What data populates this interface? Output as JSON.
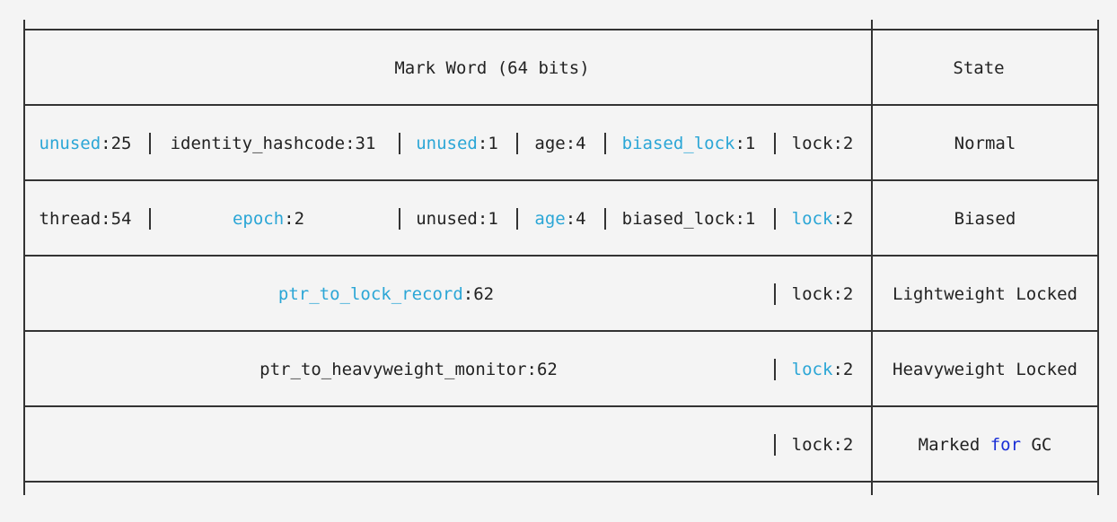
{
  "header": {
    "mark_word": "Mark Word (64 bits)",
    "state": "State"
  },
  "colors": {
    "text": "#222222",
    "field_highlight": "#2ba6d6",
    "keyword": "#1a2fd6",
    "rule": "#333333",
    "background": "#f4f4f4"
  },
  "rows": [
    {
      "state": "Normal",
      "fields": [
        {
          "name": "unused",
          "bits": ":25",
          "highlight": true
        },
        {
          "name": "identity_hashcode",
          "bits": ":31",
          "highlight": false
        },
        {
          "name": "unused",
          "bits": ":1",
          "highlight": true
        },
        {
          "name": "age",
          "bits": ":4",
          "highlight": false
        },
        {
          "name": "biased_lock",
          "bits": ":1",
          "highlight": true
        },
        {
          "name": "lock",
          "bits": ":2",
          "highlight": false
        }
      ]
    },
    {
      "state": "Biased",
      "fields": [
        {
          "name": "thread",
          "bits": ":54",
          "highlight": false
        },
        {
          "name": "epoch",
          "bits": ":2",
          "highlight": true
        },
        {
          "name": "unused",
          "bits": ":1",
          "highlight": false
        },
        {
          "name": "age",
          "bits": ":4",
          "highlight": true
        },
        {
          "name": "biased_lock",
          "bits": ":1",
          "highlight": false
        },
        {
          "name": "lock",
          "bits": ":2",
          "highlight": true
        }
      ]
    },
    {
      "state": "Lightweight Locked",
      "fields": [
        {
          "name": "ptr_to_lock_record",
          "bits": ":62",
          "highlight": true
        },
        {
          "name": "lock",
          "bits": ":2",
          "highlight": false
        }
      ]
    },
    {
      "state": "Heavyweight Locked",
      "fields": [
        {
          "name": "ptr_to_heavyweight_monitor",
          "bits": ":62",
          "highlight": false
        },
        {
          "name": "lock",
          "bits": ":2",
          "highlight": true
        }
      ]
    },
    {
      "state_parts": [
        "Marked ",
        "for",
        " GC"
      ],
      "fields": [
        {
          "name": "lock",
          "bits": ":2",
          "highlight": false
        }
      ]
    }
  ]
}
